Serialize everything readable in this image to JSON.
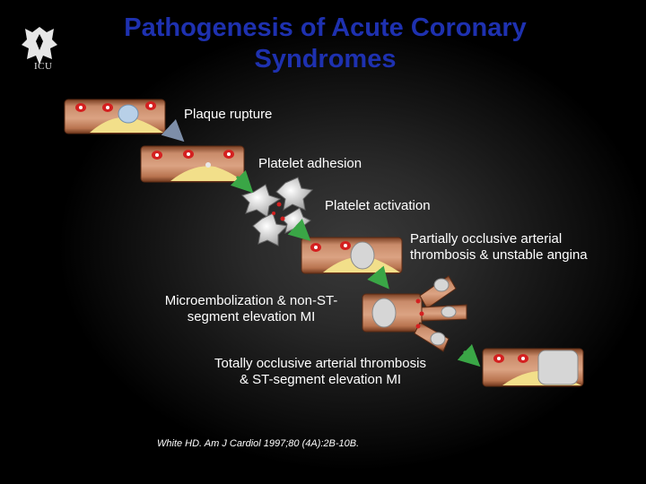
{
  "slide": {
    "title_line1": "Pathogenesis of Acute Coronary",
    "title_line2": "Syndromes",
    "logo": {
      "icon": "university-crest-icon",
      "text": "ICU"
    }
  },
  "steps": {
    "plaque_rupture": "Plaque rupture",
    "platelet_adhesion": "Platelet adhesion",
    "platelet_activation": "Platelet activation",
    "partial_line1": "Partially occlusive arterial",
    "partial_line2": "thrombosis & unstable angina",
    "micro_line1": "Microembolization & non-ST-",
    "micro_line2": "segment elevation MI",
    "total_line1": "Totally occlusive arterial thrombosis",
    "total_line2": "& ST-segment elevation MI"
  },
  "citation": "White HD. Am J Cardiol 1997;80 (4A):2B-10B.",
  "colors": {
    "title": "#1e31b0",
    "vessel": "#c98b6a",
    "plaque": "#f2df8a",
    "rbc": "#d42020",
    "platelet": "#e8e8e8",
    "arrow_gray": "#7d8ea8",
    "arrow_green": "#3aa646"
  }
}
